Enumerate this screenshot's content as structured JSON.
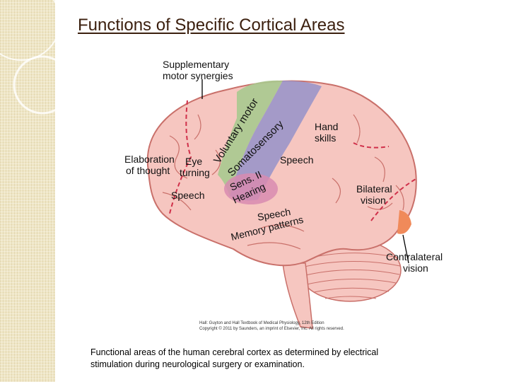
{
  "slide": {
    "title": "Functions of Specific Cortical Areas",
    "caption_line1": "Functional areas of the human cerebral cortex as determined by electrical",
    "caption_line2": "stimulation during neurological surgery or examination."
  },
  "figure": {
    "labels": {
      "supplementary_1": "Supplementary",
      "supplementary_2": "motor synergies",
      "voluntary_motor": "Voluntary motor",
      "somatosensory": "Somatosensory",
      "hand_1": "Hand",
      "hand_2": "skills",
      "elaboration_1": "Elaboration",
      "elaboration_2": "of thought",
      "eye_1": "Eye",
      "eye_2": "turning",
      "speech_right": "Speech",
      "speech_left": "Speech",
      "sens": "Sens. II",
      "hearing": "Hearing",
      "speech_lower": "Speech",
      "memory": "Memory patterns",
      "bilateral_1": "Bilateral",
      "bilateral_2": "vision",
      "contralateral_1": "Contralateral",
      "contralateral_2": "vision"
    },
    "credit_1": "Hall: Guyton and Hall Textbook of Medical Physiology, 12th Edition",
    "credit_2": "Copyright © 2011 by Saunders, an imprint of Elsevier, Inc. All rights reserved.",
    "colors": {
      "cortex": "#f6c6c0",
      "gyri_line": "#c9706a",
      "motor_strip": "#a9c98f",
      "sensory_strip": "#9b95c9",
      "auditory": "#d88bb0",
      "boundary": "#d0304a",
      "visual_spot": "#f08a5a"
    }
  }
}
